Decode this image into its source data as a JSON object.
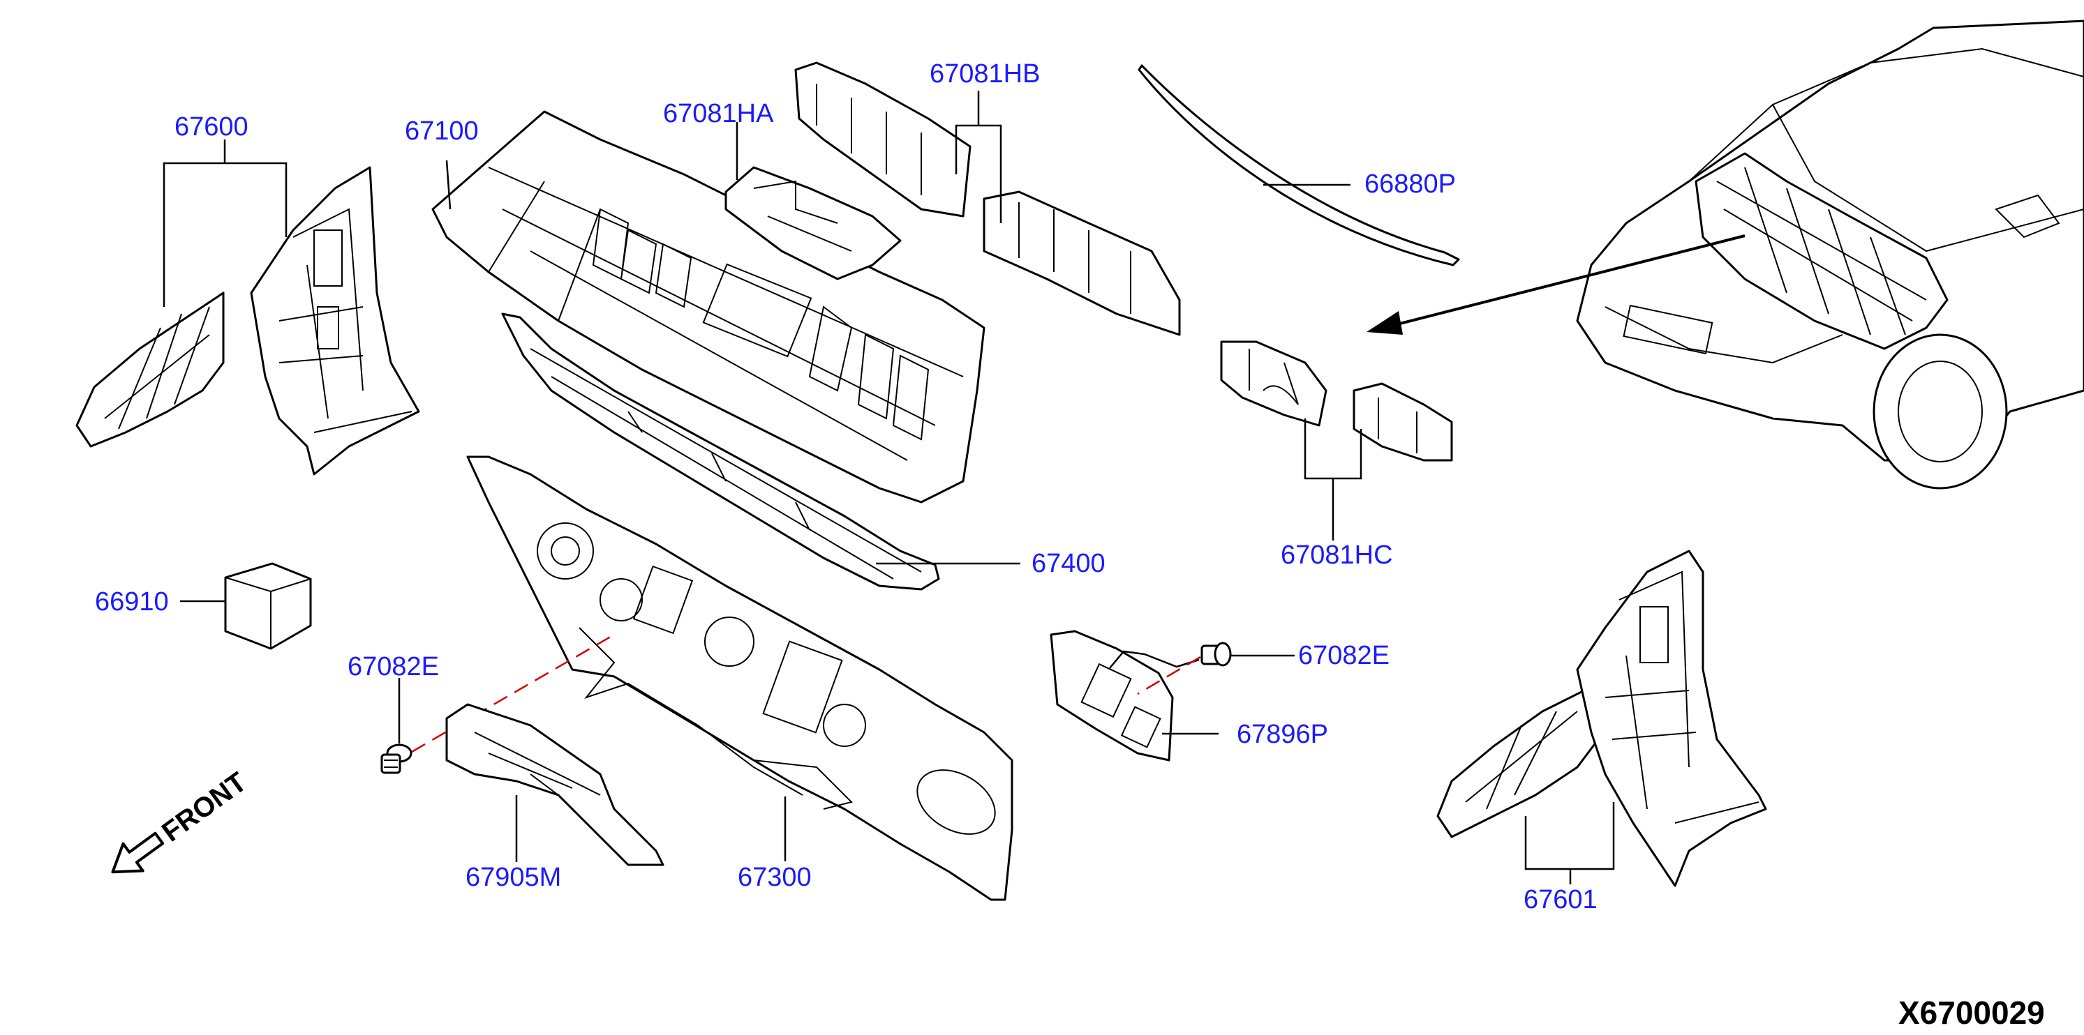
{
  "colors": {
    "label": "#1a1aff",
    "leader": "#000000",
    "hidden_line": "#d40000"
  },
  "labels": {
    "p67600": "67600",
    "p67100": "67100",
    "p67081HA": "67081HA",
    "p67081HB": "67081HB",
    "p66880P": "66880P",
    "p67400": "67400",
    "p67081HC": "67081HC",
    "p66910": "66910",
    "p67082E_left": "67082E",
    "p67082E_right": "67082E",
    "p67896P": "67896P",
    "p67905M": "67905M",
    "p67300": "67300",
    "p67601": "67601"
  },
  "front_label": "FRONT",
  "diagram_code": "X6700029"
}
